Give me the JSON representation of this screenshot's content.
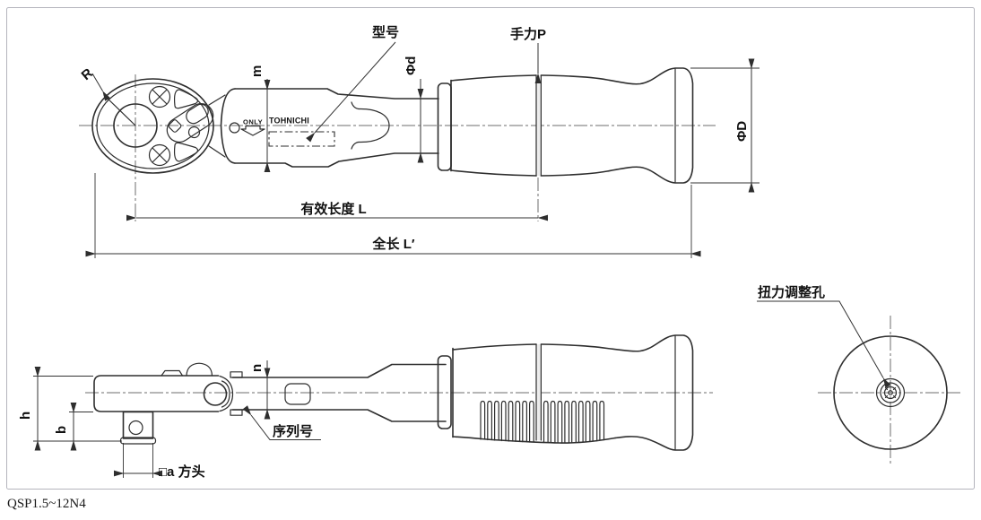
{
  "figure": {
    "caption": "QSP1.5~12N4",
    "brand_logo": "TOHNICHI",
    "ratchet_mark": "ONLY"
  },
  "labels": {
    "radius_r": "R",
    "model": "型号",
    "hand_force": "手力P",
    "dim_m": "m",
    "dim_phi_d": "Φd",
    "dim_phi_D": "ΦD",
    "effective_length": "有效长度 L",
    "overall_length": "全长 L′",
    "dim_h": "h",
    "dim_b": "b",
    "dim_n": "n",
    "serial_number": "序列号",
    "square_drive": "□a 方头",
    "torque_adjusting_hole": "扭力调整孔"
  },
  "colors": {
    "drawing_line": "#2e2e2e",
    "centerline": "#6e6e6e",
    "frame_border": "#b4b4bc",
    "background": "#ffffff",
    "text": "#111111"
  }
}
